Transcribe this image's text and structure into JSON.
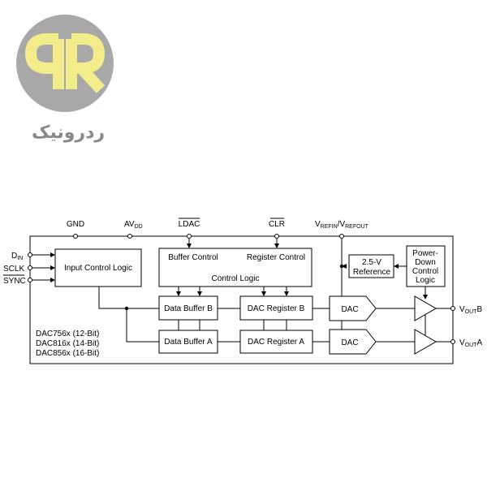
{
  "logo": {
    "mark": "R",
    "text": "ردرونیک",
    "colors": {
      "circle": "#a8a8a8",
      "mark": "#f2ec8a",
      "text": "#888888"
    }
  },
  "pins_top": {
    "gnd": "GND",
    "avdd_main": "AV",
    "avdd_sub": "DD",
    "ldac": "LDAC",
    "clr": "CLR",
    "vref_v1": "V",
    "vref_sub1": "REFIN",
    "vref_slash": "/V",
    "vref_sub2": "REFOUT"
  },
  "pins_left": {
    "din_main": "D",
    "din_sub": "IN",
    "sclk": "SCLK",
    "sync": "SYNC"
  },
  "blocks": {
    "input_control": "Input Control Logic",
    "buffer_control": "Buffer Control",
    "register_control": "Register Control",
    "control_logic": "Control Logic",
    "data_buffer_b": "Data Buffer B",
    "dac_register_b": "DAC Register B",
    "data_buffer_a": "Data Buffer A",
    "dac_register_a": "DAC Register A",
    "dac_b": "DAC",
    "dac_a": "DAC",
    "reference_line1": "2.5-V",
    "reference_line2": "Reference",
    "power_down_line1": "Power-",
    "power_down_line2": "Down",
    "power_down_line3": "Control",
    "power_down_line4": "Logic"
  },
  "outputs": {
    "voutb_main": "V",
    "voutb_sub": "OUT",
    "voutb_suffix": "B",
    "vouta_main": "V",
    "vouta_sub": "OUT",
    "vouta_suffix": "A"
  },
  "part_numbers": [
    "DAC756x (12-Bit)",
    "DAC816x (14-Bit)",
    "DAC856x (16-Bit)"
  ]
}
